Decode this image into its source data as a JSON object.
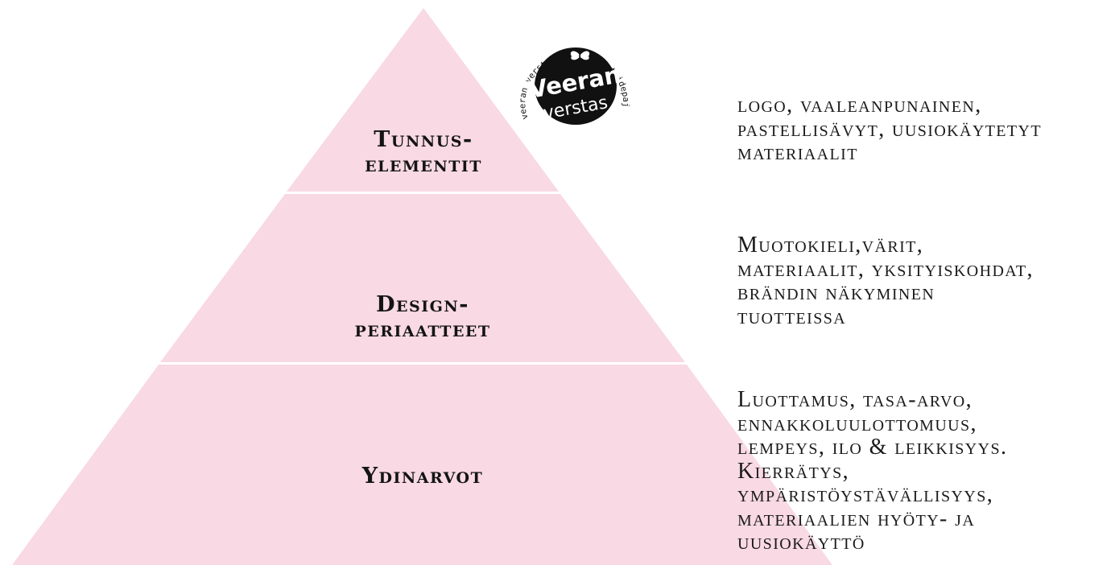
{
  "pyramid": {
    "fill_color": "#f8d9e4",
    "separator_color": "#ffffff",
    "tiers": [
      {
        "name": "top",
        "label_lines": [
          "Tunnus-",
          "elementit"
        ],
        "description_lines": [
          "logo, vaaleanpunainen,",
          "pastellisävyt, uusiokäytetyt",
          "materiaalit"
        ]
      },
      {
        "name": "middle",
        "label_lines": [
          "Design-",
          "periaatteet"
        ],
        "description_lines": [
          "Muotokieli,värit,",
          "materiaalit, yksityiskohdat,",
          "brändin näkyminen",
          "tuotteissa"
        ]
      },
      {
        "name": "base",
        "label_lines": [
          "Ydinarvot"
        ],
        "description_lines": [
          "Luottamus, tasa-arvo,",
          "ennakkoluulottomuus,",
          "lempeys, ilo & leikkisyys.",
          "Kierrätys,",
          "ympäristöystävällisyys,",
          "materiaalien hyöty- ja",
          "uusiokäyttö"
        ]
      }
    ]
  },
  "logo": {
    "main_text_top": "Veeran",
    "main_text_bottom": "verstas",
    "ring_text": "veeran verstas - nuorten taidepaja",
    "icon": "butterfly-icon"
  }
}
